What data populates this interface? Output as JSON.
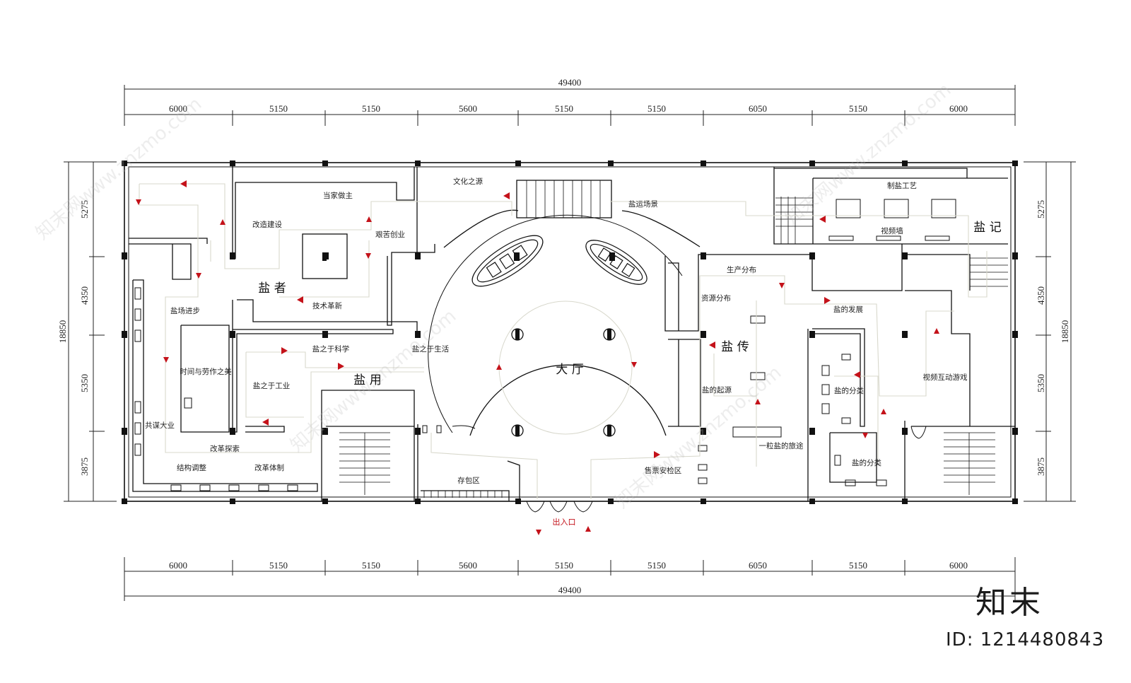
{
  "dimensions": {
    "total": "49400",
    "top_segments": [
      "6000",
      "5150",
      "5150",
      "5600",
      "5150",
      "5150",
      "6050",
      "5150",
      "6000"
    ],
    "bottom_segments": [
      "6000",
      "5150",
      "5150",
      "5600",
      "5150",
      "5150",
      "6050",
      "5150",
      "6000"
    ],
    "left_segments": [
      "5275",
      "4350",
      "5350",
      "3875"
    ],
    "right_segments": [
      "5275",
      "4350",
      "5350",
      "3875"
    ],
    "height_total": "18850"
  },
  "zones": {
    "hall": "大 厅",
    "salt_person": "盐 者",
    "salt_use": "盐 用",
    "salt_spread": "盐 传",
    "salt_record": "盐 记"
  },
  "labels": {
    "dangjia": "当家做主",
    "wenhua": "文化之源",
    "yanyun": "盐运场景",
    "zhiyan": "制盐工艺",
    "shipinqiang": "视频墙",
    "gaizao": "改造建设",
    "jianku": "艰苦创业",
    "jishu": "技术革新",
    "yanchang": "盐场进步",
    "shijian": "时间与劳作之美",
    "kexue": "盐之于科学",
    "shenghuo": "盐之于生活",
    "gongye": "盐之于工业",
    "gongmou": "共谋大业",
    "gaige_tansuo": "改革探索",
    "jiegou": "结构调整",
    "gaige_tizhi": "改革体制",
    "cunbao": "存包区",
    "churukou": "出入口",
    "shoupiao": "售票安检区",
    "shengchan": "生产分布",
    "ziyuan": "资源分布",
    "qiyuan": "盐的起源",
    "yili": "一粒盐的旅途",
    "fazhan": "盐的发展",
    "fenlei1": "盐的分类",
    "fenlei2": "盐的分类",
    "shipin_hudong": "视频互动游戏"
  },
  "brand": "知末",
  "image_id": "ID: 1214480843",
  "watermark": "知末网www.znzmo.com",
  "colors": {
    "wall": "#111111",
    "route": "#c4121a",
    "path": "#d8d8cc"
  }
}
